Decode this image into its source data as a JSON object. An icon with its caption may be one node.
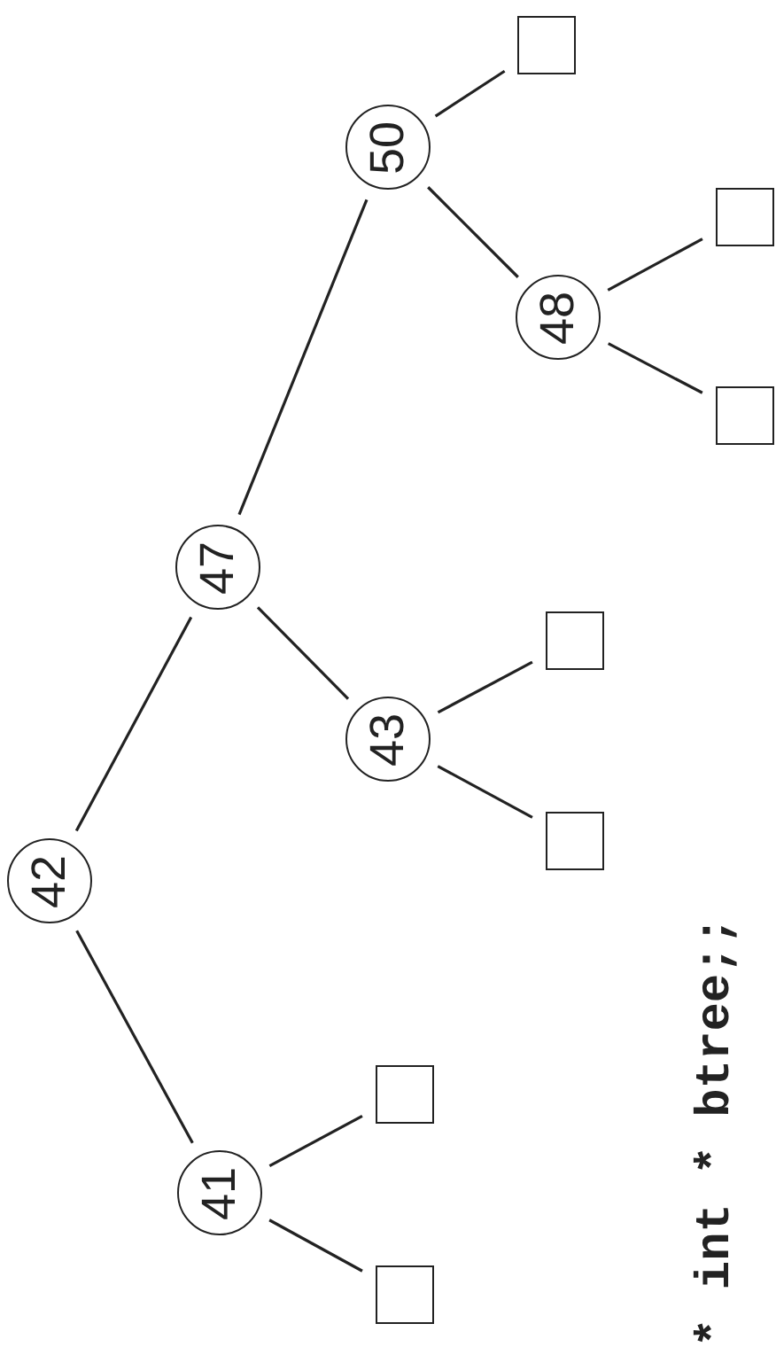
{
  "diagram": {
    "nodes": [
      {
        "text": [
          "42"
        ]
      },
      {
        "text": [
          "41"
        ]
      },
      {
        "text": [],
        "shape": "box"
      },
      {
        "text": [],
        "shape": "box"
      },
      {
        "text": [
          "47"
        ]
      },
      {
        "text": [
          "43"
        ]
      },
      {
        "text": [],
        "shape": "box"
      },
      {
        "text": [],
        "shape": "box"
      },
      {
        "text": [
          "50"
        ]
      },
      {
        "text": [],
        "shape": "box"
      },
      {
        "text": [
          "48"
        ]
      },
      {
        "text": [],
        "shape": "box"
      },
      {
        "text": [],
        "shape": "box"
      }
    ],
    "edges": [
      {
        "from": 0,
        "to": 1,
        "arrow": "none"
      },
      {
        "from": 1,
        "to": 2,
        "arrow": "none"
      },
      {
        "from": 1,
        "to": 3,
        "arrow": "none"
      },
      {
        "from": 0,
        "to": 4,
        "arrow": "none"
      },
      {
        "from": 4,
        "to": 5,
        "arrow": "none"
      },
      {
        "from": 5,
        "to": 6,
        "arrow": "none"
      },
      {
        "from": 5,
        "to": 7,
        "arrow": "none"
      },
      {
        "from": 4,
        "to": 8,
        "arrow": "none"
      },
      {
        "from": 8,
        "to": 9,
        "arrow": "none"
      },
      {
        "from": 8,
        "to": 10,
        "arrow": "none"
      },
      {
        "from": 10,
        "to": 11,
        "arrow": "none"
      },
      {
        "from": 10,
        "to": 12,
        "arrow": "none"
      }
    ],
    "labels": [
      "* int * btree;;"
    ]
  }
}
